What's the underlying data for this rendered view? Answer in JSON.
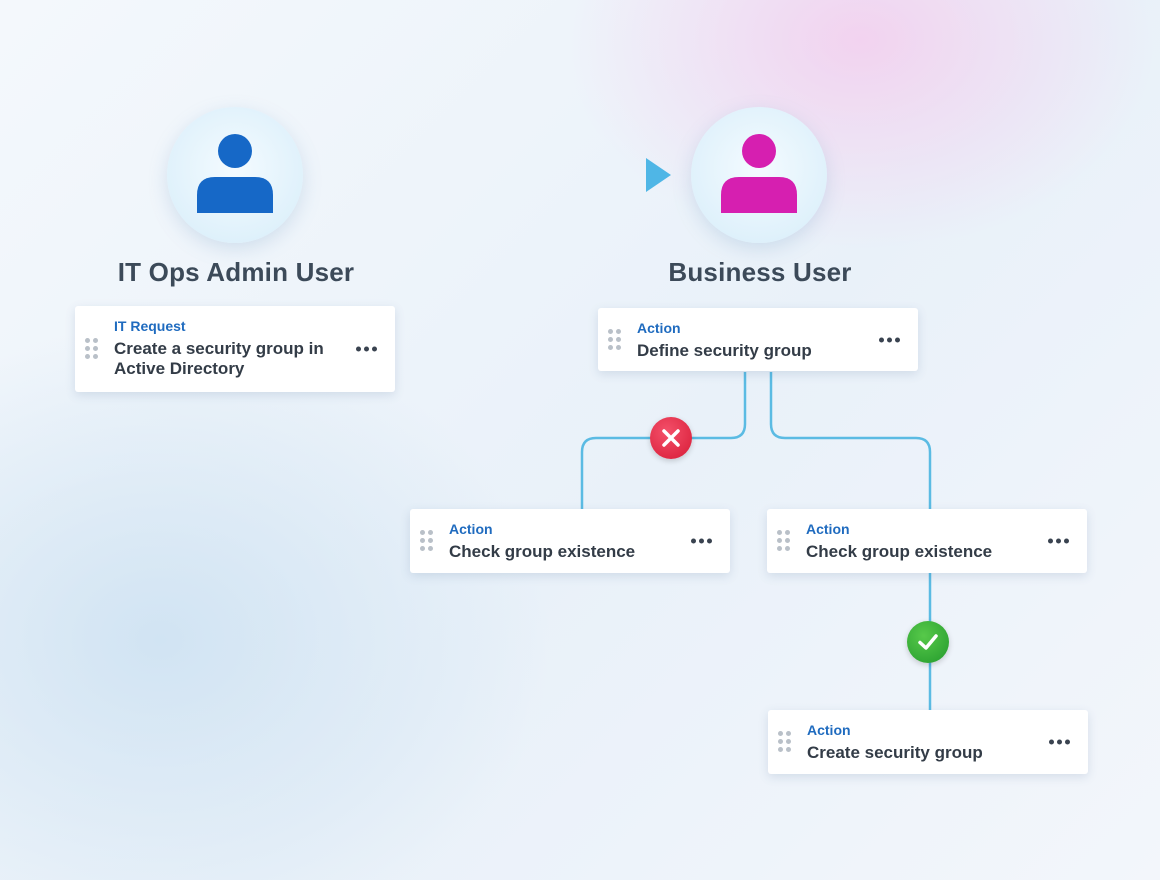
{
  "users": {
    "admin": {
      "label": "IT Ops Admin User",
      "icon": "person-icon",
      "color": "#1668c7"
    },
    "business": {
      "label": "Business User",
      "icon": "person-icon",
      "color": "#d61fb0"
    }
  },
  "cards": {
    "it_request": {
      "type": "IT Request",
      "title": "Create a security group in Active Directory"
    },
    "define": {
      "type": "Action",
      "title": "Define security group"
    },
    "check_left": {
      "type": "Action",
      "title": "Check group existence"
    },
    "check_right": {
      "type": "Action",
      "title": "Check group existence"
    },
    "create": {
      "type": "Action",
      "title": "Create security group"
    }
  },
  "status": {
    "fail": {
      "icon": "x-icon",
      "color": "#e0253f"
    },
    "success": {
      "icon": "checkmark-icon",
      "color": "#32a836"
    }
  },
  "colors": {
    "connector": "#5bbbe3",
    "arrow": "#3f9ee0",
    "accent": "#1f6bbf"
  }
}
